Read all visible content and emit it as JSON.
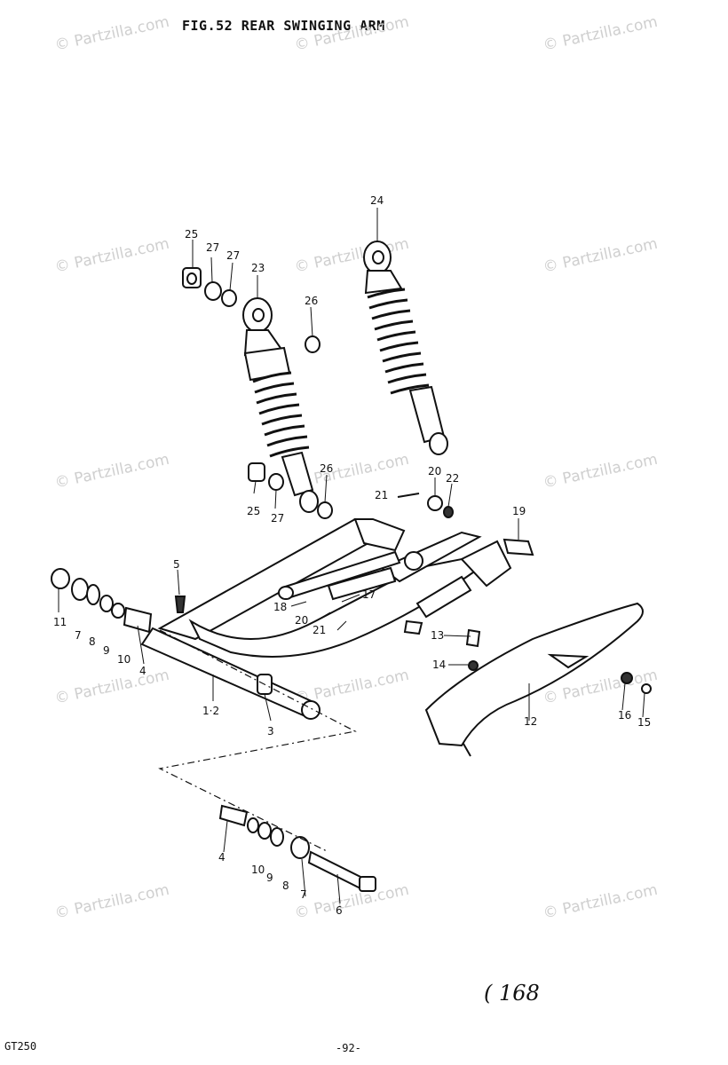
{
  "title": "FIG.52  REAR SWINGING ARM",
  "watermark": "© Partzilla.com",
  "footer": {
    "model": "GT250",
    "page": "-92-",
    "page_ref": "( 168"
  },
  "callouts": {
    "c1_2": "1·2",
    "c3": "3",
    "c4a": "4",
    "c4b": "4",
    "c5": "5",
    "c6": "6",
    "c7a": "7",
    "c7b": "7",
    "c8a": "8",
    "c8b": "8",
    "c9a": "9",
    "c9b": "9",
    "c10a": "10",
    "c10b": "10",
    "c11": "11",
    "c12": "12",
    "c13": "13",
    "c14": "14",
    "c15": "15",
    "c16": "16",
    "c17": "17",
    "c18": "18",
    "c19": "19",
    "c20a": "20",
    "c20b": "20",
    "c21a": "21",
    "c21b": "21",
    "c22": "22",
    "c23": "23",
    "c24": "24",
    "c25a": "25",
    "c25b": "25",
    "c26a": "26",
    "c26b": "26",
    "c27a": "27",
    "c27b": "27",
    "c27c": "27"
  }
}
